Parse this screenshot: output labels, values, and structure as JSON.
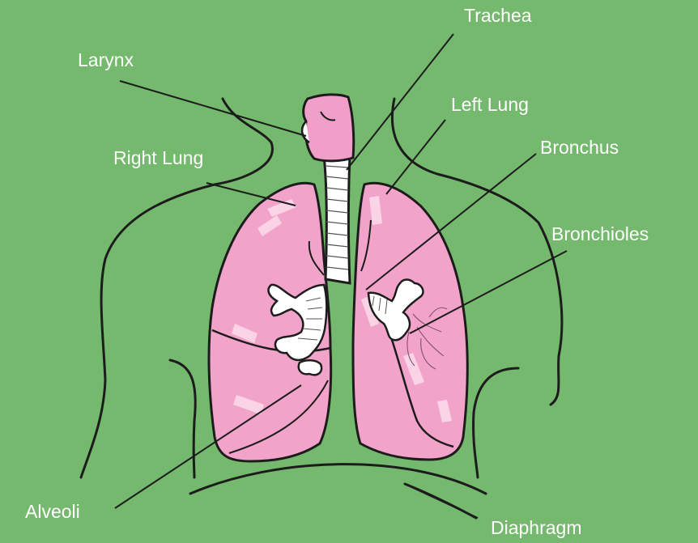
{
  "labels": {
    "trachea": "Trachea",
    "larynx": "Larynx",
    "left_lung": "Left Lung",
    "right_lung": "Right Lung",
    "bronchus": "Bronchus",
    "bronchioles": "Bronchioles",
    "alveoli": "Alveoli",
    "diaphragm": "Diaphragm"
  },
  "colors": {
    "background": "#74b96d",
    "lung_fill": "#f2a3c9",
    "lung_highlight": "#fbd9ea",
    "larynx_fill": "#f0a0c8",
    "outline": "#1c1c1c",
    "airway_fill": "#ffffff",
    "label_text": "#ffffff"
  }
}
